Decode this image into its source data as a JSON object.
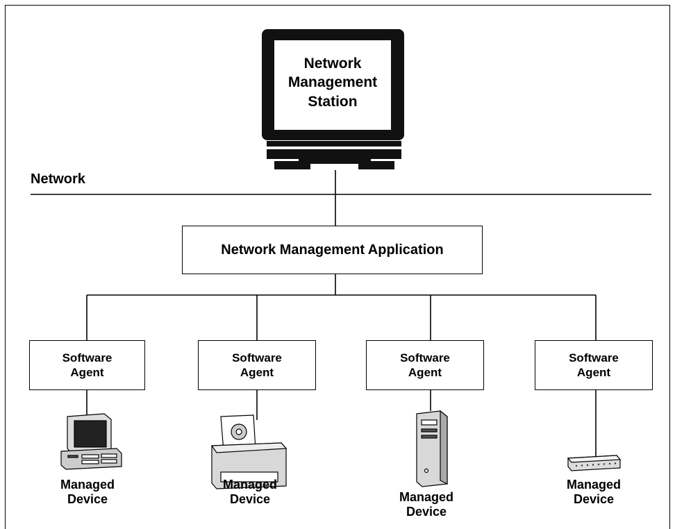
{
  "station": {
    "line1": "Network",
    "line2": "Management",
    "line3": "Station"
  },
  "network_label": "Network",
  "application_label": "Network Management Application",
  "agents": [
    {
      "line1": "Software",
      "line2": "Agent"
    },
    {
      "line1": "Software",
      "line2": "Agent"
    },
    {
      "line1": "Software",
      "line2": "Agent"
    },
    {
      "line1": "Software",
      "line2": "Agent"
    }
  ],
  "devices": [
    {
      "icon": "desktop-computer-icon",
      "line1": "Managed",
      "line2": "Device"
    },
    {
      "icon": "printer-icon",
      "line1": "Managed",
      "line2": "Device"
    },
    {
      "icon": "tower-server-icon",
      "line1": "Managed",
      "line2": "Device"
    },
    {
      "icon": "network-hub-icon",
      "line1": "Managed",
      "line2": "Device"
    }
  ]
}
